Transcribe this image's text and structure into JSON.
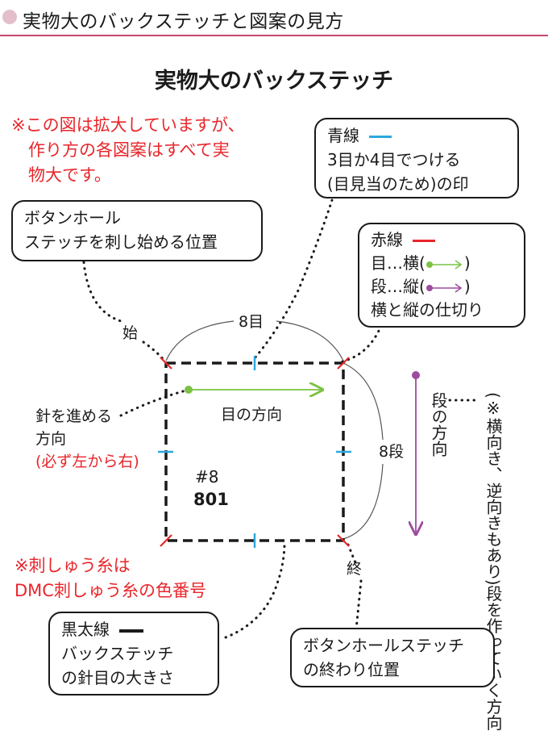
{
  "header": {
    "title": "実物大のバックステッチと図案の見方"
  },
  "main_title": "実物大のバックステッチ",
  "note_scale": {
    "lines": [
      "※この図は拡大していますが、",
      "　作り方の各図案はすべて実",
      "　物大です。"
    ]
  },
  "callout_blue": {
    "lines": [
      "青線",
      "3目か4目でつける",
      "(目見当のため)の印"
    ]
  },
  "callout_start": {
    "lines": [
      "ボタンホール",
      "ステッチを刺し始める位置"
    ]
  },
  "callout_red": {
    "lines": [
      "赤線",
      "目…横(",
      ")",
      "段…縦(",
      ")",
      "横と縦の仕切り"
    ]
  },
  "label_start": "始",
  "label_end": "終",
  "label_8me": "8目",
  "label_8dan": "8段",
  "label_me_dir": "目の方向",
  "label_dan_dir": "段の方向",
  "label_needle": {
    "lines": [
      "針を進める",
      "方向",
      "(必ず左から右)"
    ]
  },
  "thread": {
    "hash": "#8",
    "number": "801"
  },
  "note_dan": "(※横向き、逆向きもあり)段を作っていく方向",
  "note_dmc": {
    "lines": [
      "※刺しゅう糸は",
      "DMC刺しゅう糸の色番号"
    ]
  },
  "callout_black": {
    "lines": [
      "黒太線",
      "バックステッチ",
      "の針目の大きさ"
    ]
  },
  "callout_end": {
    "lines": [
      "ボタンホールステッチ",
      "の終わり位置"
    ]
  },
  "colors": {
    "accent": "#c9466e",
    "red": "#e8262b",
    "blue": "#2ba8e0",
    "green": "#7cc243",
    "purple": "#9d4c9f"
  }
}
